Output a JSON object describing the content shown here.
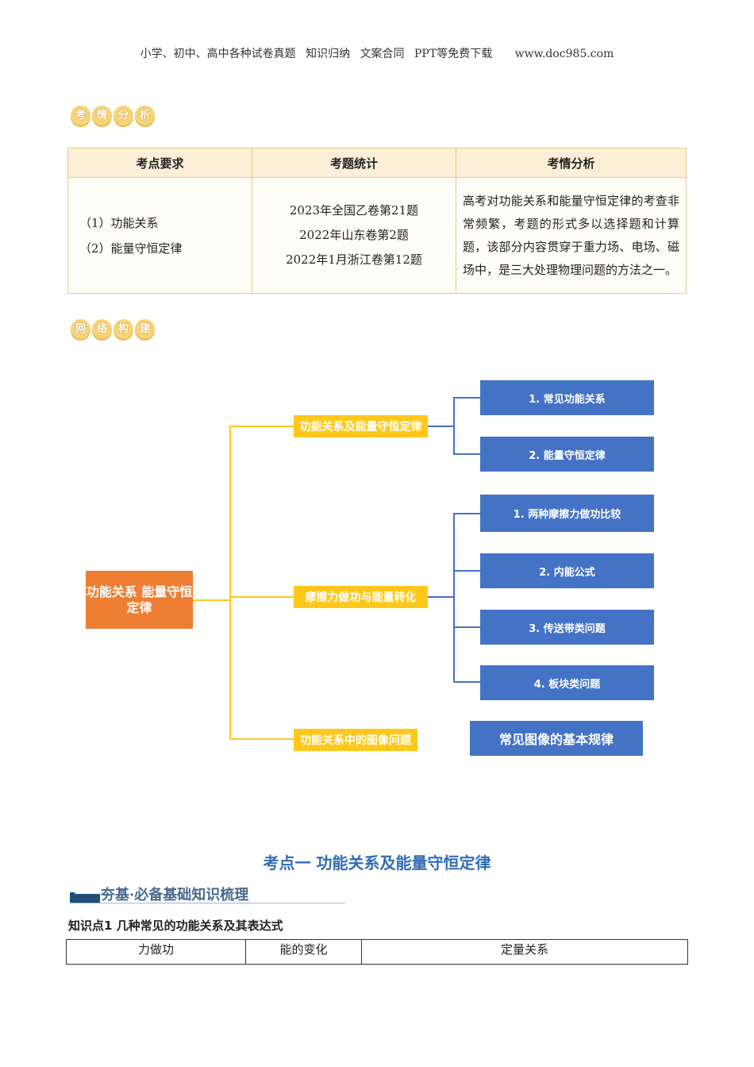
{
  "header": {
    "items": [
      "小学、初中、高中各种试卷真题",
      "知识归纳",
      "文案合同",
      "PPT等免费下载",
      "www.doc985.com"
    ]
  },
  "badge1": {
    "chars": [
      "考",
      "情",
      "分",
      "析"
    ]
  },
  "table1": {
    "headers": [
      "考点要求",
      "考题统计",
      "考情分析"
    ],
    "col1": [
      "（1）功能关系",
      "（2）能量守恒定律"
    ],
    "col2": [
      "2023年全国乙卷第21题",
      "2022年山东卷第2题",
      "2022年1月浙江卷第12题"
    ],
    "col3": "高考对功能关系和能量守恒定律的考查非常频繁，考题的形式多以选择题和计算题，该部分内容贯穿于重力场、电场、磁场中，是三大处理物理问题的方法之一。"
  },
  "badge2": {
    "chars": [
      "网",
      "络",
      "构",
      "建"
    ]
  },
  "mindmap": {
    "root": "功能关系  能量守恒定律",
    "branches": [
      {
        "label": "功能关系及能量守恒定律",
        "children": [
          "1. 常见功能关系",
          "2. 能量守恒定律"
        ]
      },
      {
        "label": "摩擦力做功与能量转化",
        "children": [
          "1. 两种摩擦力做功比较",
          "2. 内能公式",
          "3. 传送带类问题",
          "4. 板块类问题"
        ]
      },
      {
        "label": "功能关系中的图像问题",
        "children": [
          "常见图像的基本规律"
        ]
      }
    ]
  },
  "section": {
    "title": "考点一  功能关系及能量守恒定律",
    "subtitle": "夯基·必备基础知识梳理",
    "knowledge_point": "知识点1 几种常见的功能关系及其表达式"
  },
  "table2": {
    "headers": [
      "力做功",
      "能的变化",
      "定量关系"
    ]
  }
}
